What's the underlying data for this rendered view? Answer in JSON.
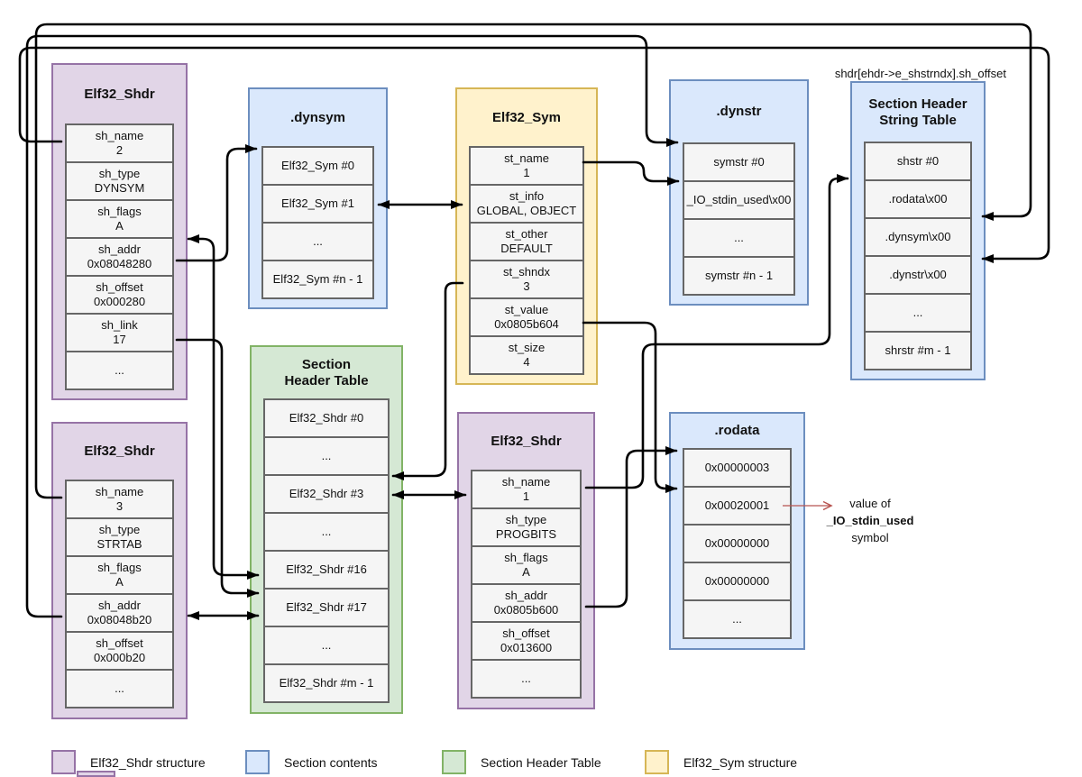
{
  "diagram": {
    "top_right_label": "shdr[ehdr->e_shstrndx].sh_offset",
    "annotation": {
      "line1": "value of",
      "line2": "_IO_stdin_used",
      "line3": "symbol"
    },
    "colors": {
      "elf32_shdr_fill": "#e1d5e7",
      "elf32_shdr_border": "#9673a6",
      "section_contents_fill": "#dae8fc",
      "section_contents_border": "#6c8ebf",
      "section_header_table_fill": "#d5e8d4",
      "section_header_table_border": "#82b366",
      "elf32_sym_fill": "#fff2cc",
      "elf32_sym_border": "#d6b656",
      "annotation_arrow": "#b85450",
      "line": "#000000"
    },
    "boxes": {
      "shdr_dynsym": {
        "title": "Elf32_Shdr",
        "cells": [
          {
            "label": "sh_name",
            "value": "2"
          },
          {
            "label": "sh_type",
            "value": "DYNSYM"
          },
          {
            "label": "sh_flags",
            "value": "A"
          },
          {
            "label": "sh_addr",
            "value": "0x08048280"
          },
          {
            "label": "sh_offset",
            "value": "0x000280"
          },
          {
            "label": "sh_link",
            "value": "17"
          },
          {
            "label": "..."
          }
        ]
      },
      "dynsym": {
        "title": ".dynsym",
        "cells": [
          {
            "label": "Elf32_Sym #0"
          },
          {
            "label": "Elf32_Sym #1"
          },
          {
            "label": "..."
          },
          {
            "label": "Elf32_Sym #n - 1"
          }
        ]
      },
      "elf32_sym": {
        "title": "Elf32_Sym",
        "cells": [
          {
            "label": "st_name",
            "value": "1"
          },
          {
            "label": "st_info",
            "value": "GLOBAL, OBJECT"
          },
          {
            "label": "st_other",
            "value": "DEFAULT"
          },
          {
            "label": "st_shndx",
            "value": "3"
          },
          {
            "label": "st_value",
            "value": "0x0805b604"
          },
          {
            "label": "st_size",
            "value": "4"
          }
        ]
      },
      "dynstr": {
        "title": ".dynstr",
        "cells": [
          {
            "label": "symstr #0"
          },
          {
            "label": "_IO_stdin_used\\x00"
          },
          {
            "label": "..."
          },
          {
            "label": "symstr #n - 1"
          }
        ]
      },
      "shstrtab": {
        "title": "Section Header String Table",
        "cells": [
          {
            "label": "shstr #0"
          },
          {
            "label": ".rodata\\x00"
          },
          {
            "label": ".dynsym\\x00"
          },
          {
            "label": ".dynstr\\x00"
          },
          {
            "label": "..."
          },
          {
            "label": "shrstr #m - 1"
          }
        ]
      },
      "shdr_strtab": {
        "title": "Elf32_Shdr",
        "cells": [
          {
            "label": "sh_name",
            "value": "3"
          },
          {
            "label": "sh_type",
            "value": "STRTAB"
          },
          {
            "label": "sh_flags",
            "value": "A"
          },
          {
            "label": "sh_addr",
            "value": "0x08048b20"
          },
          {
            "label": "sh_offset",
            "value": "0x000b20"
          },
          {
            "label": "..."
          }
        ]
      },
      "sht": {
        "title": "Section Header Table",
        "cells": [
          {
            "label": "Elf32_Shdr #0"
          },
          {
            "label": "..."
          },
          {
            "label": "Elf32_Shdr #3"
          },
          {
            "label": "..."
          },
          {
            "label": "Elf32_Shdr #16"
          },
          {
            "label": "Elf32_Shdr #17"
          },
          {
            "label": "..."
          },
          {
            "label": "Elf32_Shdr #m - 1"
          }
        ]
      },
      "shdr_rodata": {
        "title": "Elf32_Shdr",
        "cells": [
          {
            "label": "sh_name",
            "value": "1"
          },
          {
            "label": "sh_type",
            "value": "PROGBITS"
          },
          {
            "label": "sh_flags",
            "value": "A"
          },
          {
            "label": "sh_addr",
            "value": "0x0805b600"
          },
          {
            "label": "sh_offset",
            "value": "0x013600"
          },
          {
            "label": "..."
          }
        ]
      },
      "rodata": {
        "title": ".rodata",
        "cells": [
          {
            "label": "0x00000003"
          },
          {
            "label": "0x00020001"
          },
          {
            "label": "0x00000000"
          },
          {
            "label": "0x00000000"
          },
          {
            "label": "..."
          }
        ]
      }
    },
    "legend": [
      {
        "color": "purple",
        "label": "Elf32_Shdr structure"
      },
      {
        "color": "blue",
        "label": "Section contents"
      },
      {
        "color": "green",
        "label": "Section Header Table"
      },
      {
        "color": "yellow",
        "label": "Elf32_Sym structure"
      }
    ]
  }
}
